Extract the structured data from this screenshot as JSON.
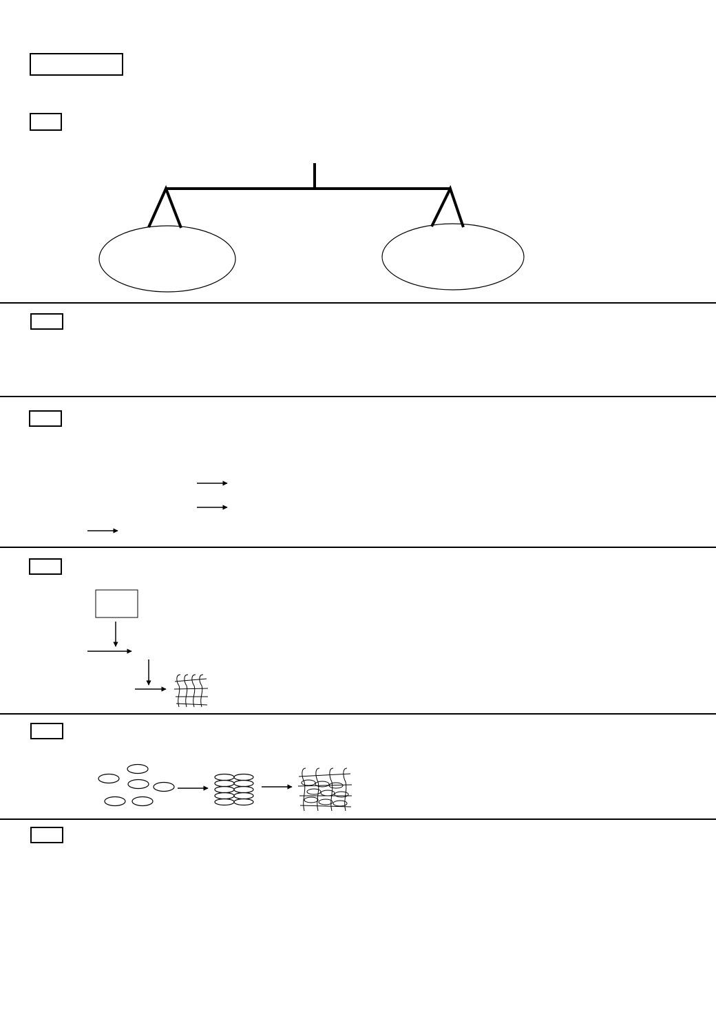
{
  "page": {
    "title_box_label": "",
    "sections": [
      {
        "id": "s1",
        "label": ""
      },
      {
        "id": "s2",
        "label": ""
      },
      {
        "id": "s3",
        "label": ""
      },
      {
        "id": "s4",
        "label": ""
      },
      {
        "id": "s5",
        "label": ""
      },
      {
        "id": "s6",
        "label": ""
      }
    ]
  },
  "diagram": {
    "balance": {
      "left_pan_label": "",
      "right_pan_label": ""
    },
    "process_flow": {
      "start_box_label": ""
    }
  },
  "colors": {
    "ink": "#000000",
    "paper": "#ffffff"
  }
}
